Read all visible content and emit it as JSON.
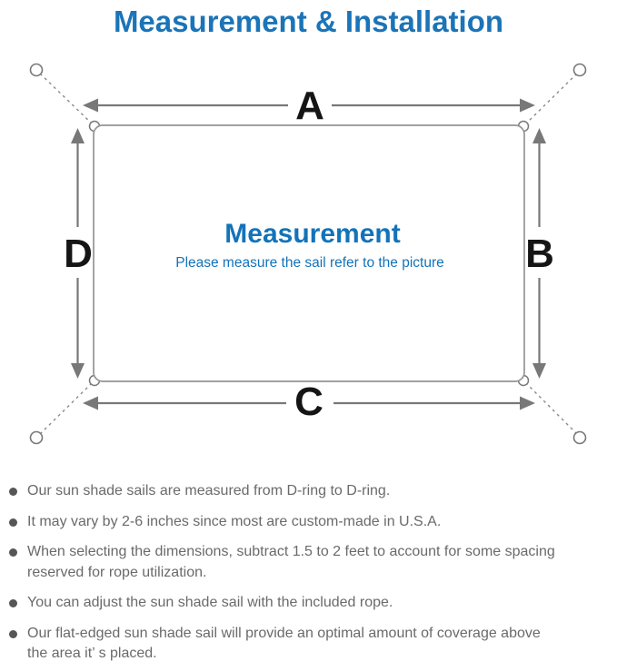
{
  "page": {
    "title": "Measurement & Installation",
    "accent_color": "#1b74b8"
  },
  "diagram": {
    "center_title": "Measurement",
    "center_subtitle": "Please measure the sail refer to the picture",
    "dimension_labels": {
      "top": "A",
      "right": "B",
      "bottom": "C",
      "left": "D"
    },
    "colors": {
      "line_gray": "#787878",
      "sail_border": "#949494",
      "dash_gray": "#8a8a8a",
      "label_black": "#151515",
      "text_blue": "#1373b9"
    }
  },
  "notes": {
    "items": [
      {
        "lines": [
          "Our sun shade sails are measured from D-ring to D-ring."
        ]
      },
      {
        "lines": [
          "It may vary by 2-6 inches since most are custom-made in U.S.A."
        ]
      },
      {
        "lines": [
          "When selecting the dimensions, subtract 1.5 to 2 feet to account for some spacing",
          "reserved for rope utilization."
        ]
      },
      {
        "lines": [
          "You can adjust the sun shade sail with the included rope."
        ]
      },
      {
        "lines": [
          "Our flat-edged sun shade sail will provide an optimal amount of coverage above",
          "the area it’ s placed."
        ]
      }
    ]
  }
}
